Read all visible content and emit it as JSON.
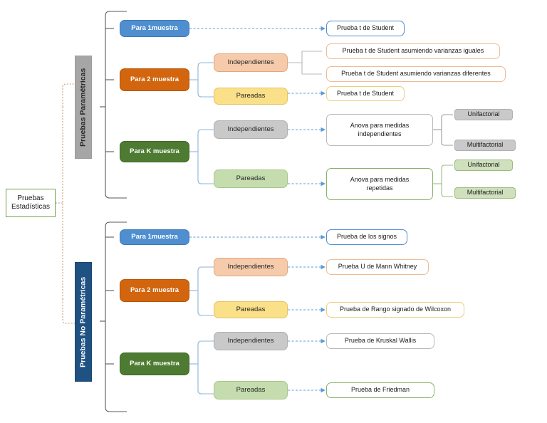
{
  "diagram": {
    "title": "Pruebas Estadisticas - arbol de decision",
    "root": {
      "label": "Pruebas\nEstadísticas",
      "line1": "Pruebas",
      "line2": "Estadísticas"
    },
    "branches": [
      {
        "id": "parametricas",
        "label": "Pruebas Paramétricas",
        "sample_sizes": [
          {
            "id": "param-1m",
            "label": "Para 1muestra",
            "color": "#4f8fd0",
            "designs": [],
            "outcomes": [
              {
                "label": "Prueba t de Student",
                "border": "#4f8fd0"
              }
            ]
          },
          {
            "id": "param-2m",
            "label": "Para 2 muestra",
            "color": "#d2650d",
            "designs": [
              {
                "label": "Independientes",
                "color": "#f6cbab",
                "outcomes": [
                  {
                    "label": "Prueba t de Student asumiendo varianzas iguales",
                    "border": "#edbb96"
                  },
                  {
                    "label": "Prueba t de Student asumiendo varianzas diferentes",
                    "border": "#edbb96"
                  }
                ]
              },
              {
                "label": "Pareadas",
                "color": "#fbe08a",
                "outcomes": [
                  {
                    "label": "Prueba t de Student",
                    "border": "#e9cf7e"
                  }
                ]
              }
            ]
          },
          {
            "id": "param-km",
            "label": "Para K muestra",
            "color": "#4e7b32",
            "designs": [
              {
                "label": "Independientes",
                "color": "#c9c9c9",
                "outcomes": [
                  {
                    "label": "Anova para medidas independientes",
                    "line1": "Anova para medidas",
                    "line2": "independientes",
                    "border": "#b9b9b9",
                    "factors": [
                      {
                        "label": "Unifactorial",
                        "style": "gray"
                      },
                      {
                        "label": "Multifactorial",
                        "style": "gray"
                      }
                    ]
                  }
                ]
              },
              {
                "label": "Pareadas",
                "color": "#c5ddae",
                "outcomes": [
                  {
                    "label": "Anova para medidas repetidas",
                    "line1": "Anova para medidas",
                    "line2": "repetidas",
                    "border": "#86b368",
                    "factors": [
                      {
                        "label": "Unifactorial",
                        "style": "green"
                      },
                      {
                        "label": "Multifactorial",
                        "style": "green"
                      }
                    ]
                  }
                ]
              }
            ]
          }
        ]
      },
      {
        "id": "no-parametricas",
        "label": "Pruebas No Paramétricas",
        "sample_sizes": [
          {
            "id": "nop-1m",
            "label": "Para 1muestra",
            "color": "#4f8fd0",
            "designs": [],
            "outcomes": [
              {
                "label": "Prueba de los signos",
                "border": "#4f8fd0"
              }
            ]
          },
          {
            "id": "nop-2m",
            "label": "Para 2 muestra",
            "color": "#d2650d",
            "designs": [
              {
                "label": "Independientes",
                "color": "#f6cbab",
                "outcomes": [
                  {
                    "label": "Prueba U de Mann Whitney",
                    "border": "#edbb96"
                  }
                ]
              },
              {
                "label": "Pareadas",
                "color": "#fbe08a",
                "outcomes": [
                  {
                    "label": "Prueba de Rango signado de Wilcoxon",
                    "border": "#e9cf7e"
                  }
                ]
              }
            ]
          },
          {
            "id": "nop-km",
            "label": "Para K muestra",
            "color": "#4e7b32",
            "designs": [
              {
                "label": "Independientes",
                "color": "#c9c9c9",
                "outcomes": [
                  {
                    "label": "Prueba de Kruskal Wallis",
                    "border": "#b9b9b9"
                  }
                ]
              },
              {
                "label": "Pareadas",
                "color": "#c5ddae",
                "outcomes": [
                  {
                    "label": "Prueba de Friedman",
                    "border": "#86b368"
                  }
                ]
              }
            ]
          }
        ]
      }
    ],
    "connector_colors": {
      "root_to_branch": "#c8a27a",
      "branch_bracket": "#595959",
      "node_bracket": "#8fb4d9",
      "dashed_arrow": "#5b9bd5",
      "factor_bracket_gray": "#9c9c9c",
      "factor_bracket_green": "#9cbb80"
    }
  }
}
